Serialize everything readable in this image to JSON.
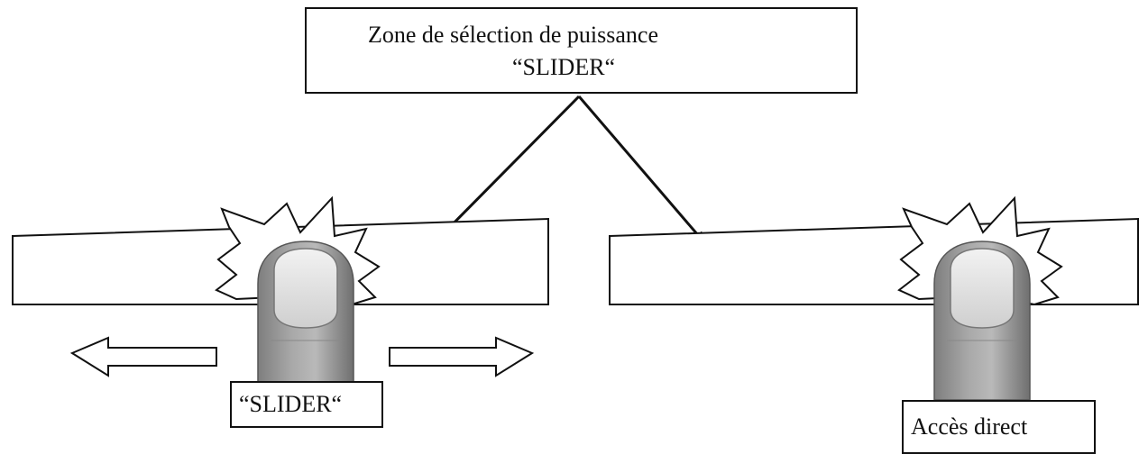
{
  "header_box": {
    "line1": "Zone de sélection de puissance",
    "line2": "“SLIDER“"
  },
  "labels": {
    "slider": "“SLIDER“",
    "direct": "Accès direct"
  },
  "colors": {
    "stroke": "#111111",
    "finger_skin": "#9a9a9a",
    "finger_highlight": "#d6d6d6",
    "nail": "#e8e8e8",
    "background": "#ffffff"
  },
  "icons": {
    "left_arrow": "arrow-left-icon",
    "right_arrow": "arrow-right-icon",
    "burst": "touch-burst-icon",
    "finger": "finger-icon"
  }
}
